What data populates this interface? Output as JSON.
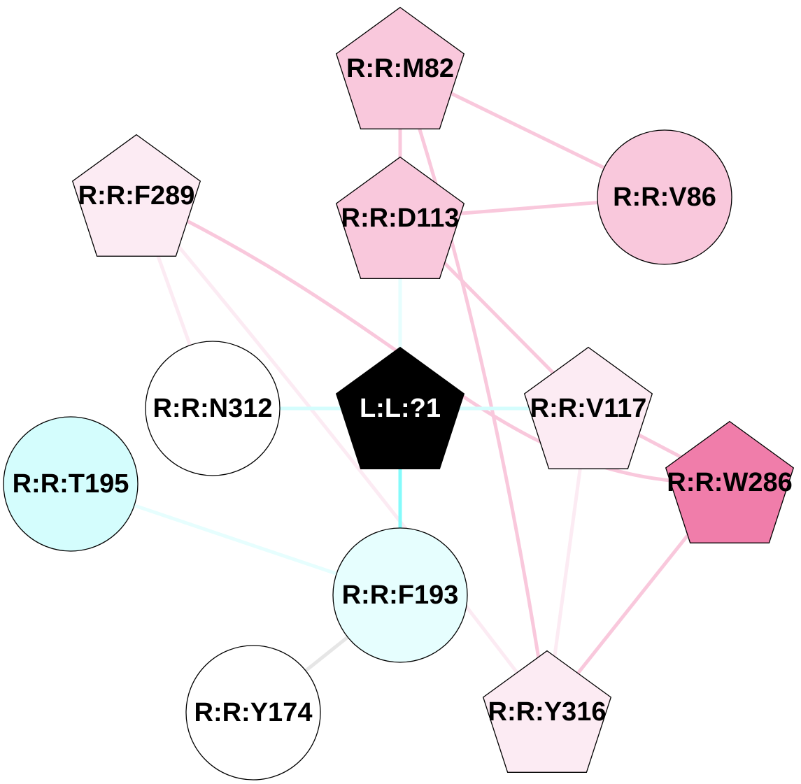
{
  "diagram": {
    "type": "residue-interaction-network",
    "nodes": [
      {
        "id": "M82",
        "label": "R:R:M82",
        "shape": "pentagon",
        "fill": "#f9c8dc",
        "text_color": "#000000"
      },
      {
        "id": "D113",
        "label": "R:R:D113",
        "shape": "pentagon",
        "fill": "#f9c8dc",
        "text_color": "#000000"
      },
      {
        "id": "V86",
        "label": "R:R:V86",
        "shape": "circle",
        "fill": "#f9c8dc",
        "text_color": "#000000"
      },
      {
        "id": "F289",
        "label": "R:R:F289",
        "shape": "pentagon",
        "fill": "#fcebf3",
        "text_color": "#000000"
      },
      {
        "id": "N312",
        "label": "R:R:N312",
        "shape": "circle",
        "fill": "#ffffff",
        "text_color": "#000000"
      },
      {
        "id": "LIG",
        "label": "L:L:?1",
        "shape": "pentagon",
        "fill": "#000000",
        "text_color": "#ffffff"
      },
      {
        "id": "V117",
        "label": "R:R:V117",
        "shape": "pentagon",
        "fill": "#fcebf3",
        "text_color": "#000000"
      },
      {
        "id": "W286",
        "label": "R:R:W286",
        "shape": "pentagon",
        "fill": "#f07daa",
        "text_color": "#000000"
      },
      {
        "id": "T195",
        "label": "R:R:T195",
        "shape": "circle",
        "fill": "#d4fdfd",
        "text_color": "#000000"
      },
      {
        "id": "F193",
        "label": "R:R:F193",
        "shape": "circle",
        "fill": "#e6fefe",
        "text_color": "#000000"
      },
      {
        "id": "Y174",
        "label": "R:R:Y174",
        "shape": "circle",
        "fill": "#ffffff",
        "text_color": "#000000"
      },
      {
        "id": "Y316",
        "label": "R:R:Y316",
        "shape": "pentagon",
        "fill": "#fcebf3",
        "text_color": "#000000"
      }
    ],
    "edges": [
      {
        "source": "M82",
        "target": "D113",
        "color": "#f9c8dc",
        "curved": false
      },
      {
        "source": "M82",
        "target": "V86",
        "color": "#f9c8dc",
        "curved": false
      },
      {
        "source": "M82",
        "target": "Y316",
        "color": "#f9c8dc",
        "curved": true
      },
      {
        "source": "D113",
        "target": "V86",
        "color": "#f9c8dc",
        "curved": false
      },
      {
        "source": "D113",
        "target": "V117",
        "color": "#f9c8dc",
        "curved": false
      },
      {
        "source": "D113",
        "target": "LIG",
        "color": "#e6fefe",
        "curved": false
      },
      {
        "source": "F289",
        "target": "W286",
        "color": "#f9c8dc",
        "curved": true
      },
      {
        "source": "F289",
        "target": "N312",
        "color": "#fcebf3",
        "curved": false
      },
      {
        "source": "F289",
        "target": "Y316",
        "color": "#fcebf3",
        "curved": true
      },
      {
        "source": "N312",
        "target": "LIG",
        "color": "#d4fdfd",
        "curved": false
      },
      {
        "source": "LIG",
        "target": "V117",
        "color": "#d4fdfd",
        "curved": false
      },
      {
        "source": "LIG",
        "target": "F193",
        "color": "#84fbfb",
        "curved": false
      },
      {
        "source": "V117",
        "target": "W286",
        "color": "#f9c8dc",
        "curved": false
      },
      {
        "source": "V117",
        "target": "Y316",
        "color": "#fcebf3",
        "curved": false
      },
      {
        "source": "W286",
        "target": "Y316",
        "color": "#f9c8dc",
        "curved": false
      },
      {
        "source": "T195",
        "target": "F193",
        "color": "#e6fefe",
        "curved": false
      },
      {
        "source": "F193",
        "target": "Y174",
        "color": "#e6e6e6",
        "curved": false
      }
    ]
  }
}
